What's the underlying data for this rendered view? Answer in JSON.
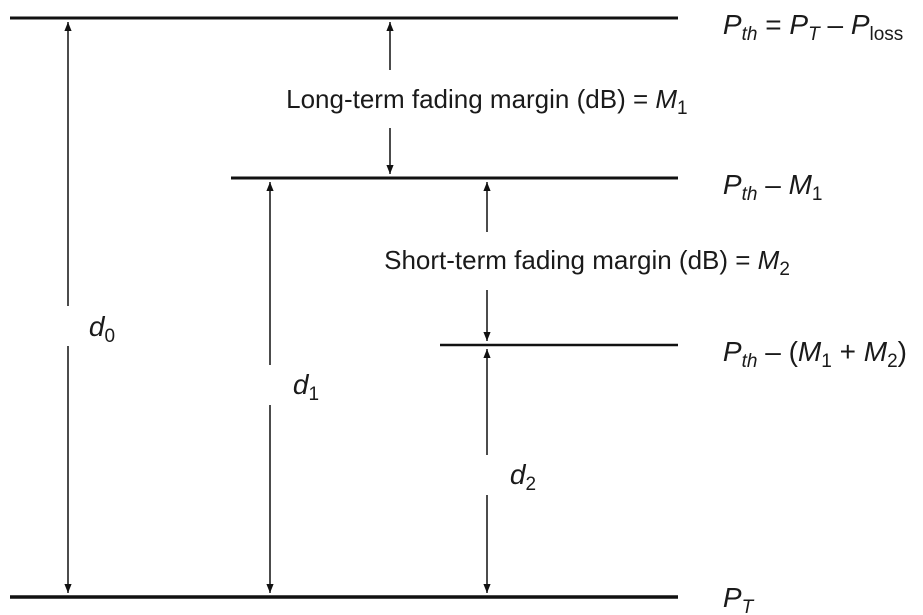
{
  "levels": {
    "top": {
      "symbol": "P",
      "sub": "th",
      "eq": " = ",
      "rhs1": "P",
      "rhs1_sub": "T",
      "minus": " – ",
      "rhs2": "P",
      "rhs2_sub": "loss"
    },
    "mid": {
      "symbol": "P",
      "sub": "th",
      "minus": " – ",
      "m": "M",
      "m_sub": "1"
    },
    "low": {
      "symbol": "P",
      "sub": "th",
      "minus": " – (",
      "m1": "M",
      "m1_sub": "1",
      "plus": " + ",
      "m2": "M",
      "m2_sub": "2",
      "close": ")"
    },
    "bottom": {
      "symbol": "P",
      "sub": "T"
    }
  },
  "margins": {
    "long_term": {
      "text": "Long-term fading margin (dB) = ",
      "m": "M",
      "m_sub": "1"
    },
    "short_term": {
      "text": "Short-term fading margin (dB) = ",
      "m": "M",
      "m_sub": "2"
    }
  },
  "distances": {
    "d0": {
      "d": "d",
      "sub": "0"
    },
    "d1": {
      "d": "d",
      "sub": "1"
    },
    "d2": {
      "d": "d",
      "sub": "2"
    }
  }
}
